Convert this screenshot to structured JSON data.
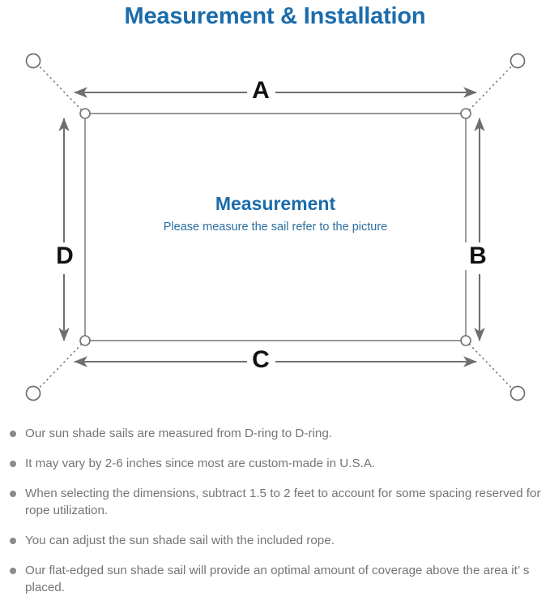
{
  "page": {
    "title": "Measurement & Installation",
    "title_color": "#1b6cab",
    "background_color": "#ffffff"
  },
  "diagram": {
    "name": "sun-shade-sail-measurement-diagram",
    "center": {
      "heading": "Measurement",
      "heading_color": "#1b6cab",
      "subtext": "Please measure the sail refer to the picture",
      "subtext_color": "#2c6f9e"
    },
    "dimension_labels": [
      {
        "key": "A",
        "label": "A",
        "edge": "top",
        "orientation": "horizontal"
      },
      {
        "key": "B",
        "label": "B",
        "edge": "right",
        "orientation": "vertical"
      },
      {
        "key": "C",
        "label": "C",
        "edge": "bottom",
        "orientation": "horizontal"
      },
      {
        "key": "D",
        "label": "D",
        "edge": "left",
        "orientation": "vertical"
      }
    ],
    "anchor_points": [
      {
        "position": "top-left"
      },
      {
        "position": "top-right"
      },
      {
        "position": "bottom-left"
      },
      {
        "position": "bottom-right"
      }
    ],
    "d_rings": [
      {
        "position": "top-left"
      },
      {
        "position": "top-right"
      },
      {
        "position": "bottom-left"
      },
      {
        "position": "bottom-right"
      }
    ],
    "line_color": "#6f6f6f",
    "sail_outline_color": "#8a8a8a"
  },
  "notes": {
    "bullet_color": "#8a8a8a",
    "items": [
      "Our sun shade sails are measured from D-ring to D-ring.",
      "It may vary by 2-6 inches since most are custom-made in U.S.A.",
      "When selecting the dimensions, subtract 1.5 to 2 feet to account for some spacing reserved for rope utilization.",
      "You can adjust the sun shade sail with the included rope.",
      "Our flat-edged sun shade sail will provide an optimal amount of coverage above the area it’ s placed."
    ]
  }
}
